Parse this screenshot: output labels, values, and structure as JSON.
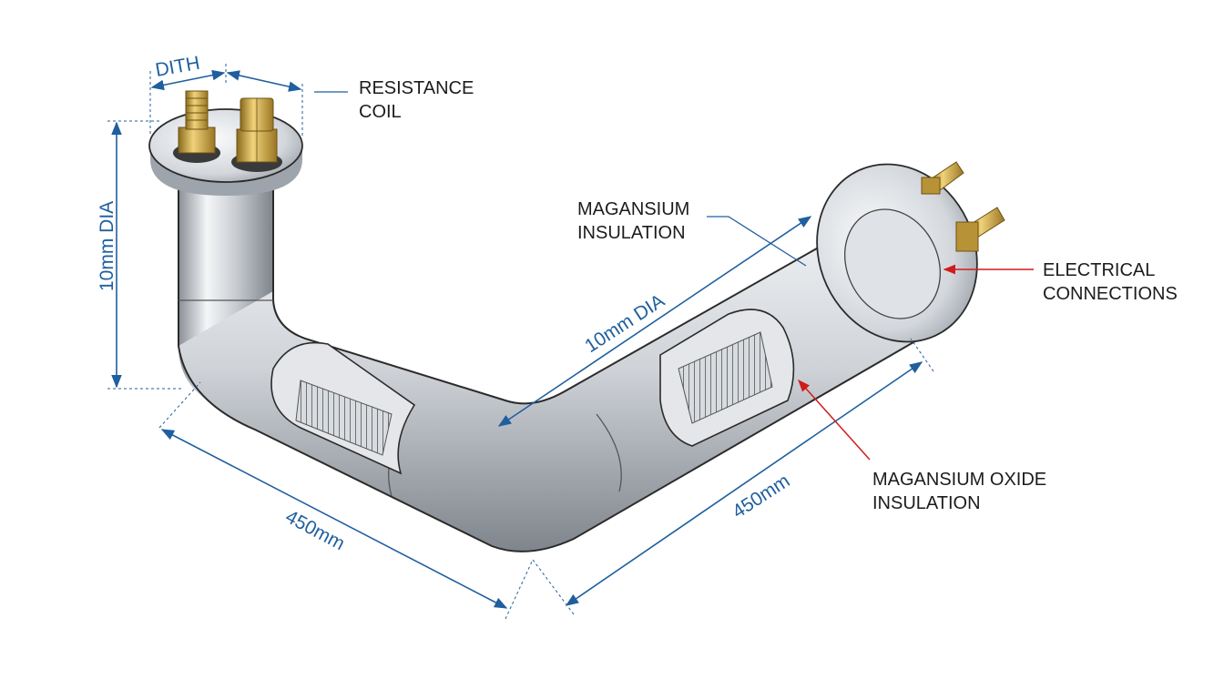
{
  "labels": {
    "resistance_coil": [
      "RESISTANCE",
      "COIL"
    ],
    "magnesium_insulation": [
      "MAGANSIUM",
      "INSULATION"
    ],
    "electrical_connections": [
      "ELECTRICAL",
      "CONNECTIONS"
    ],
    "magnesium_oxide_insulation": [
      "MAGANSIUM OXIDE",
      "INSULATION"
    ]
  },
  "dimensions": {
    "top_width": "DITH",
    "left_height": "10mm DIA",
    "mid_diameter": "10mm DIA",
    "bottom_left_length": "450mm",
    "bottom_right_length": "450mm"
  },
  "colors": {
    "dimension": "#1f5f9e",
    "red_leader": "#d01c1c",
    "brass": "#c9a440",
    "steel": "#c7cbd0"
  }
}
